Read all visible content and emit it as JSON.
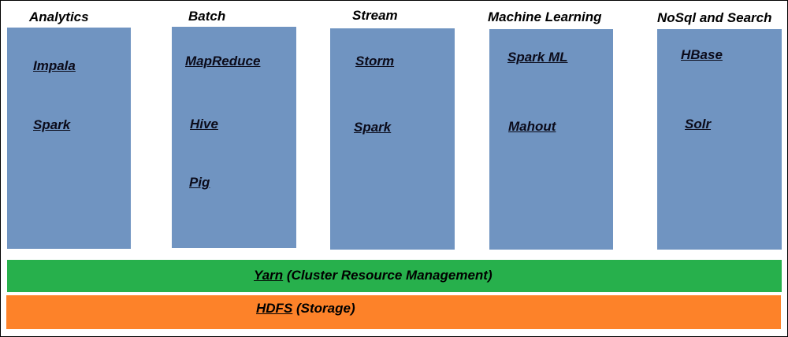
{
  "colors": {
    "box": "#7094c1",
    "yarn_bar": "#27b04c",
    "hdfs_bar": "#fd8229",
    "text": "#000000"
  },
  "columns": [
    {
      "title": "Analytics",
      "items": [
        "Impala",
        "Spark"
      ]
    },
    {
      "title": "Batch",
      "items": [
        "MapReduce",
        "Hive",
        "Pig"
      ]
    },
    {
      "title": "Stream",
      "items": [
        "Storm",
        "Spark"
      ]
    },
    {
      "title": "Machine Learning",
      "items": [
        "Spark ML",
        "Mahout"
      ]
    },
    {
      "title": "NoSql and Search",
      "items": [
        "HBase",
        "Solr"
      ]
    }
  ],
  "layers": {
    "yarn": {
      "name": "Yarn",
      "description": " (Cluster Resource Management)"
    },
    "hdfs": {
      "name": "HDFS",
      "description": " (Storage)"
    }
  }
}
